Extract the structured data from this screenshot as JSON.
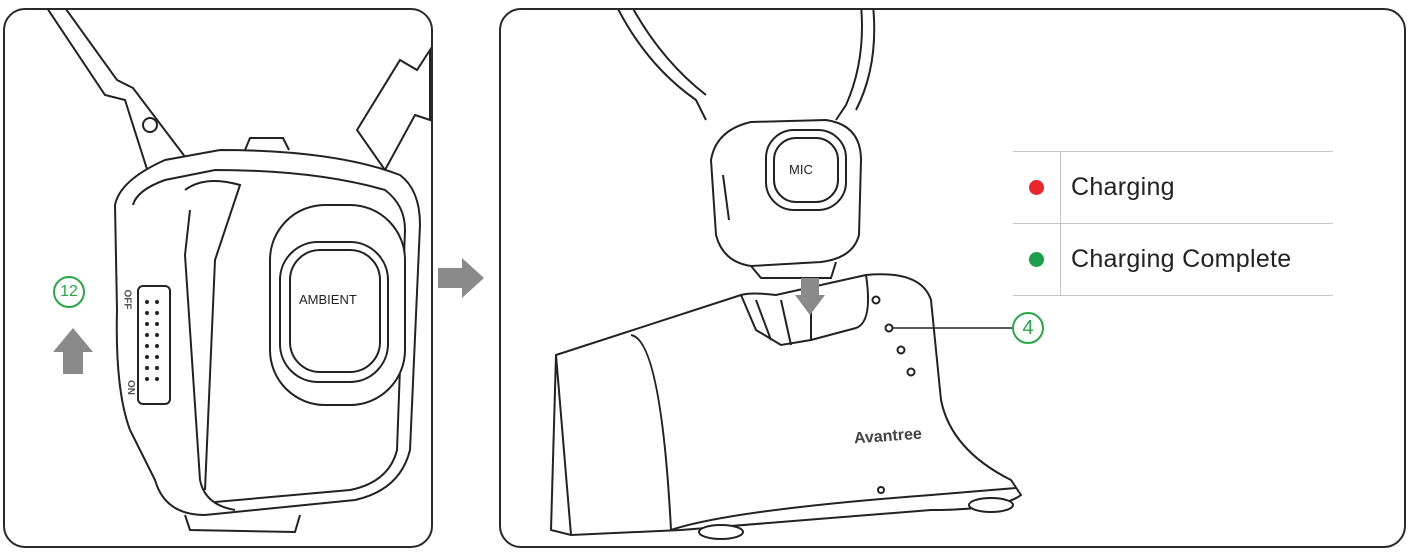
{
  "left_panel": {
    "callout": "12",
    "button_label": "AMBIENT",
    "switch_off": "OFF",
    "switch_on": "ON"
  },
  "right_panel": {
    "mic_label": "MIC",
    "brand": "Avantree",
    "callout": "4"
  },
  "legend": {
    "items": [
      {
        "label": "Charging",
        "color": "#e8262b"
      },
      {
        "label": "Charging Complete",
        "color": "#1aa04a"
      }
    ]
  },
  "colors": {
    "callout_green": "#27a844",
    "arrow_gray": "#8a8a8a"
  }
}
